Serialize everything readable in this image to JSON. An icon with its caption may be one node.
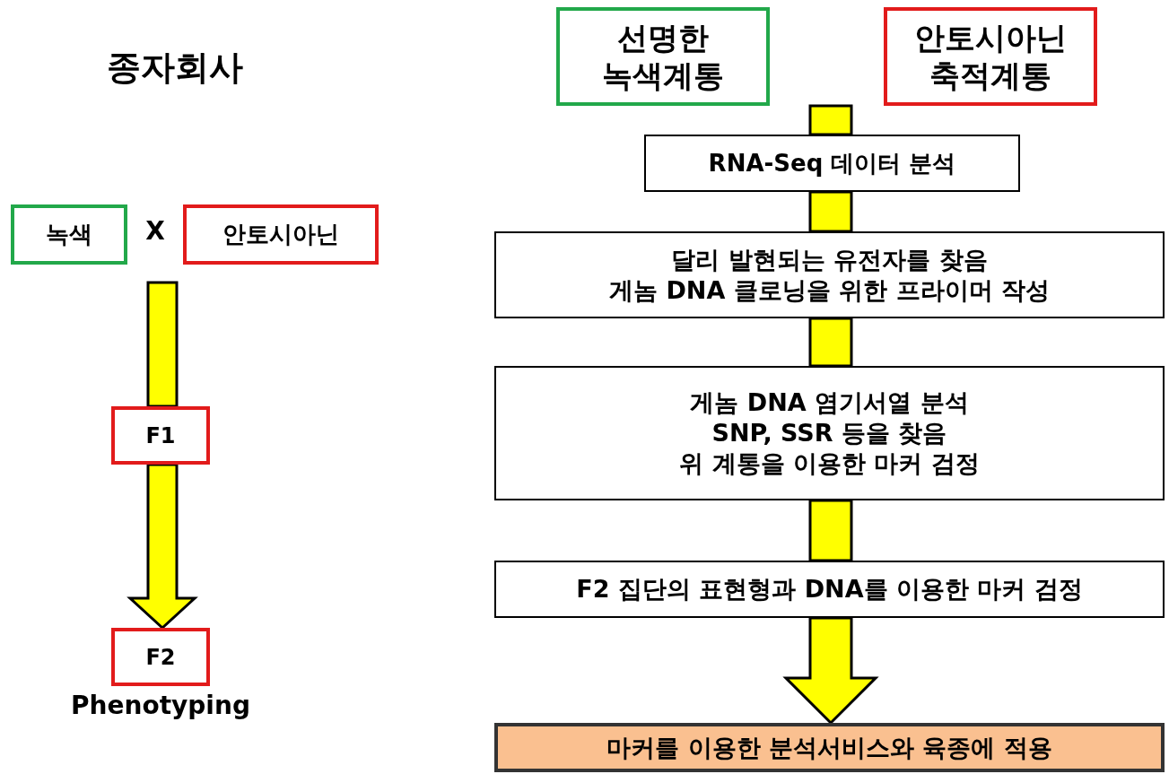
{
  "diagram": {
    "title": "종자회사",
    "nodes": [
      {
        "text": [
          "녹색"
        ]
      },
      {
        "text": [
          "안토시아닌"
        ]
      },
      {
        "text": [
          "F1"
        ]
      },
      {
        "text": [
          "F2"
        ],
        "beside": [
          "Phenotyping"
        ]
      },
      {
        "text": [
          "선명한 녹색계통"
        ]
      },
      {
        "text": [
          "안토시아닌 축적계통"
        ]
      },
      {
        "text": [
          "RNA-Seq 데이터 분석"
        ]
      },
      {
        "text": [
          "달리 발현되는 유전자를 찾음 게놈 DNA 클로닝을 위한 프라이머 작성"
        ]
      },
      {
        "text": [
          "게놈 DNA 염기서열 분석 SNP, SSR 등을 찾음 위 계통을 이용한 마커 검정"
        ]
      },
      {
        "text": [
          "F2 집단의 표현형과 DNA를 이용한 마커 검정"
        ]
      },
      {
        "text": [
          "마커를 이용한 분석서비스와 육종에 적용"
        ]
      }
    ],
    "edges": [
      {
        "from": null,
        "to": 2,
        "arrow": "none",
        "style": "thick",
        "color": "#ffff00"
      },
      {
        "from": 2,
        "to": 3,
        "arrow": "to",
        "style": "thick",
        "color": "#ffff00"
      },
      {
        "from": null,
        "to": 6,
        "arrow": "none",
        "style": "thick",
        "color": "#ffff00"
      },
      {
        "from": 6,
        "to": 7,
        "arrow": "none",
        "style": "thick",
        "color": "#ffff00"
      },
      {
        "from": 7,
        "to": 8,
        "arrow": "none",
        "style": "thick",
        "color": "#ffff00"
      },
      {
        "from": 8,
        "to": 9,
        "arrow": "none",
        "style": "thick",
        "color": "#ffff00"
      },
      {
        "from": 9,
        "to": 10,
        "arrow": "to",
        "style": "thick",
        "color": "#ffff00"
      }
    ],
    "labels": [
      "X"
    ]
  }
}
